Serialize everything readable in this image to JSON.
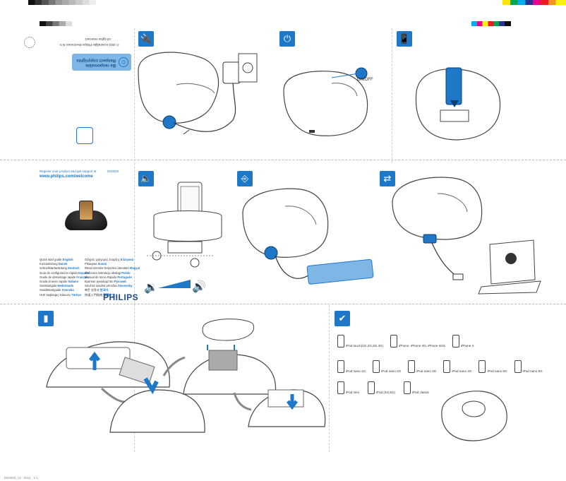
{
  "cover": {
    "model": "DS3020",
    "register_line1": "Register your product and get support at",
    "register_url": "www.philips.com/welcome",
    "brand": "PHILIPS",
    "langs_left": [
      {
        "text": "Quick start guide",
        "lang": "English"
      },
      {
        "text": "Kurzanleitung",
        "lang": "Dansk"
      },
      {
        "text": "Schnellstartanleitung",
        "lang": "Deutsch"
      },
      {
        "text": "Guía de configuración rápida",
        "lang": "Español"
      },
      {
        "text": "Guide de démarrage rapide",
        "lang": "Français"
      },
      {
        "text": "Guida di avvio rapido",
        "lang": "Italiano"
      },
      {
        "text": "Snelstartgids",
        "lang": "Nederlands"
      },
      {
        "text": "Snabbstartguide",
        "lang": "Svenska"
      },
      {
        "text": "Hızlı başlangıç kılavuzu",
        "lang": "Türkçe"
      }
    ],
    "langs_right": [
      {
        "text": "Οδηγός γρήγορης έναρξης",
        "lang": "Ελληνικά"
      },
      {
        "text": "Pikaopas",
        "lang": "Suomi"
      },
      {
        "text": "Rövid üzembe helyezési útmutató",
        "lang": "Magyar"
      },
      {
        "text": "Skrócona instrukcja obsługi",
        "lang": "Polski"
      },
      {
        "text": "Manual de Início Rápido",
        "lang": "Português"
      },
      {
        "text": "Краткое руководство",
        "lang": "Русский"
      },
      {
        "text": "Stručná úvodná príručka",
        "lang": "Slovensky"
      },
      {
        "text": "빠른 설명서",
        "lang": "한국어"
      },
      {
        "text": "快速入門指南",
        "lang": "繁體中文"
      }
    ]
  },
  "back": {
    "banner": "Be responsible Respect copyrights",
    "fine1": "© 2011 Koninklijke Philips Electronics N.V.",
    "fine2": "All rights reserved."
  },
  "steps": {
    "power_label": "ON/OFF"
  },
  "compat": {
    "row1": [
      "iPod touch(1G,2G,3G,4G)",
      "iPhone, iPhone 3G, iPhone 3GS",
      "iPhone 4"
    ],
    "row2": [
      "iPod nano 1G",
      "iPod nano 2G",
      "iPod nano 3G",
      "iPod nano 4G",
      "iPod nano 5G",
      "iPod nano 6G"
    ],
    "row3": [
      "iPod mini",
      "iPod (4G,5G)",
      "iPod classic"
    ]
  },
  "colors": {
    "accent": "#1f77c8",
    "light_blue": "#7fb6e6"
  }
}
